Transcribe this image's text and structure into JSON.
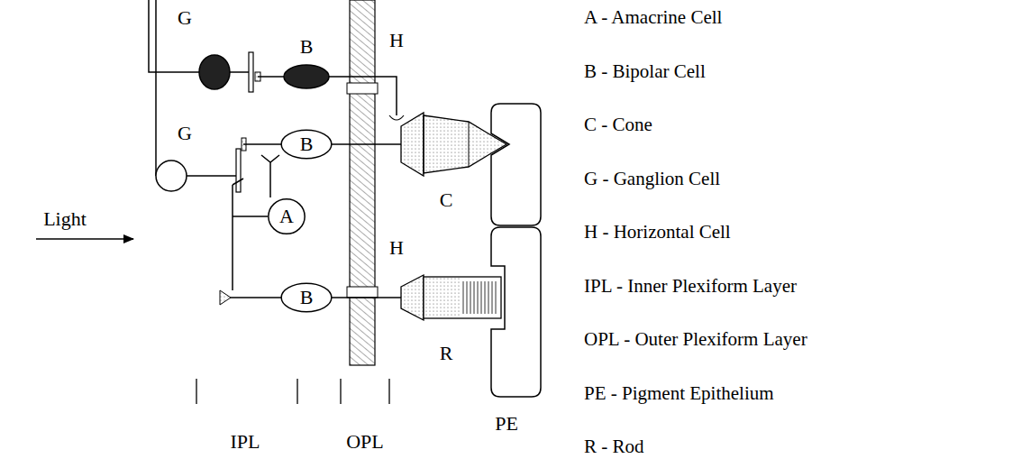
{
  "diagram": {
    "nodes": [
      {
        "text": [
          "B"
        ]
      },
      {
        "text": [
          "A"
        ]
      },
      {
        "text": [
          "B"
        ]
      }
    ],
    "labels": [
      "G",
      "B",
      "H",
      "G",
      "C",
      "H",
      "R",
      "Light",
      "IPL",
      "OPL",
      "PE",
      "A - Amacrine Cell",
      "B - Bipolar Cell",
      "C - Cone",
      "G - Ganglion Cell",
      "H - Horizontal Cell",
      "IPL - Inner Plexiform Layer",
      "OPL - Outer Plexiform Layer",
      "PE - Pigment Epithelium",
      "R - Rod"
    ]
  }
}
